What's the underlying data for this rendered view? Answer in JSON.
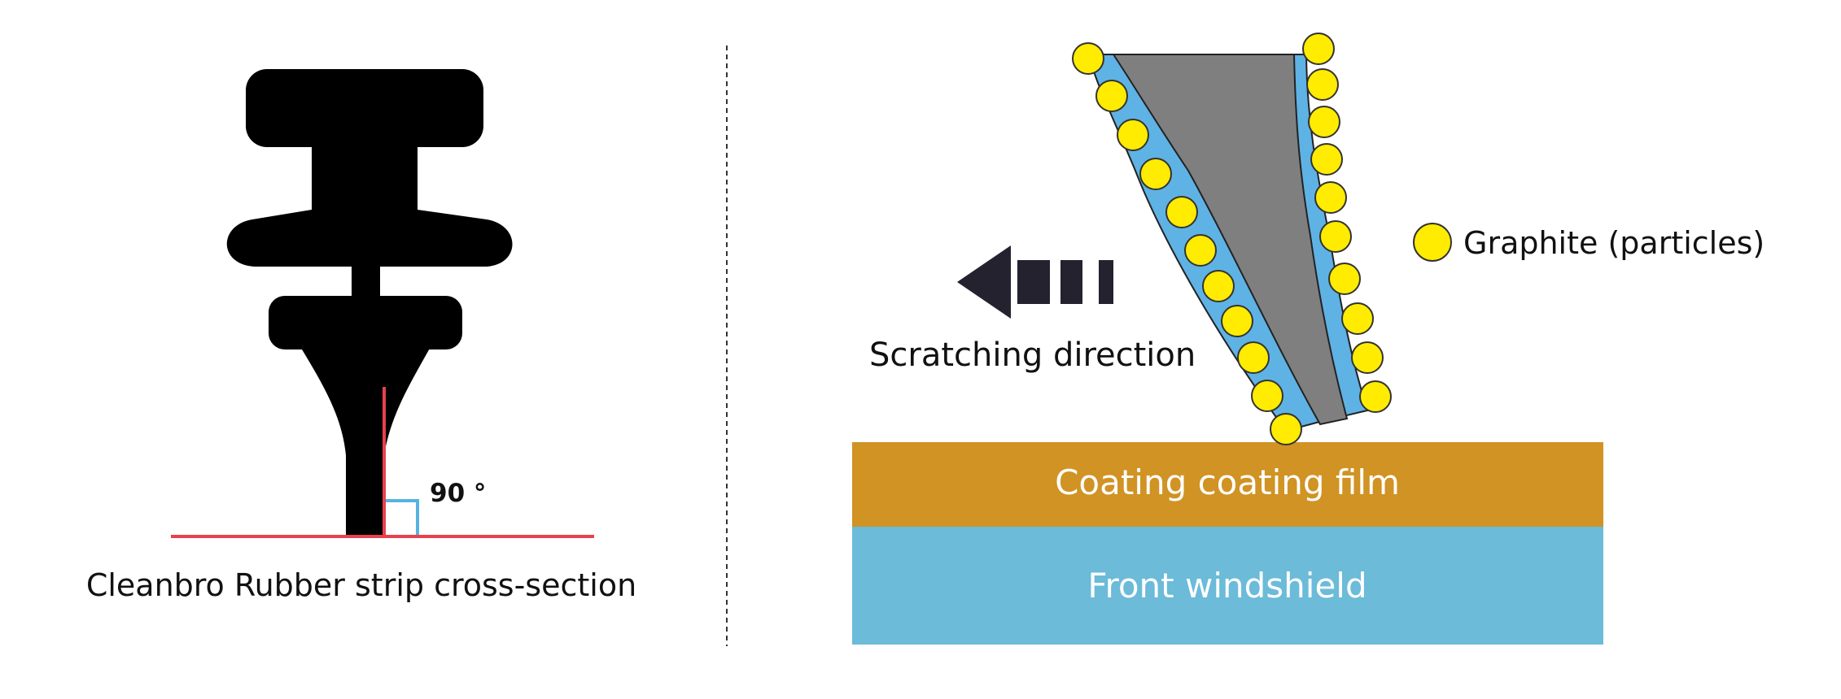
{
  "left_panel": {
    "caption": "Cleanbro Rubber strip cross-section",
    "angle_label": "90 °"
  },
  "right_panel": {
    "direction_label": "Scratching direction",
    "legend_label": "Graphite (particles)",
    "coating_label": "Coating coating film",
    "windshield_label": "Front windshield"
  },
  "colors": {
    "rubber": "#000000",
    "baseline": "#e8414b",
    "right_angle_mark": "#56b3e2",
    "coating": "#d09324",
    "windshield": "#6bbbd9",
    "particle": "#ffec00",
    "wiper_body": "#7f7f7f",
    "wiper_edge": "#5fb2e4",
    "arrow": "#24222e",
    "divider": "#333333"
  }
}
